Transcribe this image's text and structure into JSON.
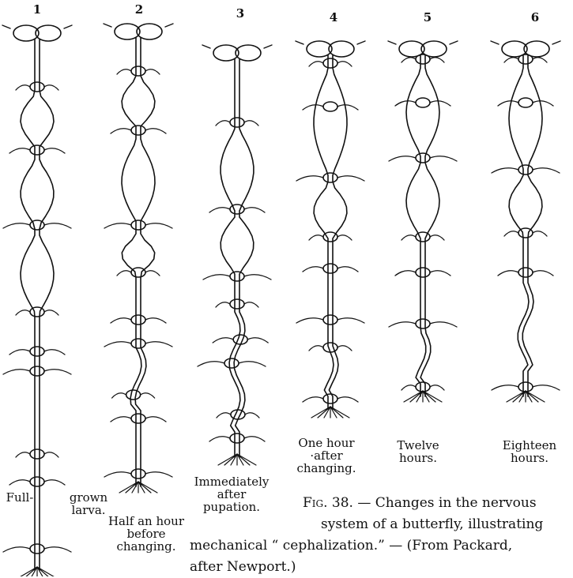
{
  "panels": [
    {
      "number": "1",
      "caption_left": "Full-",
      "caption_right": "grown\nlarva."
    },
    {
      "number": "2",
      "caption": "Half an hour\nbefore\nchanging."
    },
    {
      "number": "3",
      "caption": "Immediately\nafter\npupation."
    },
    {
      "number": "4",
      "caption": "One hour\n·after\nchanging."
    },
    {
      "number": "5",
      "caption": "Twelve\nhours."
    },
    {
      "number": "6",
      "caption": "Eighteen\nhours."
    }
  ],
  "figure_caption": {
    "label": "Fig. 38.",
    "line1": "— Changes in the nervous",
    "line2": "system of a butterfly, illustrating",
    "line3": "mechanical “ cephalization.” — (From Packard,",
    "line4": "after Newport.)"
  }
}
